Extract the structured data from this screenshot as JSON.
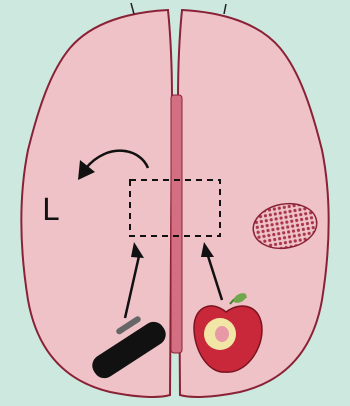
{
  "diagram": {
    "side_label": "L",
    "colors": {
      "background": "#cde8df",
      "hemisphere_fill": "#efc2c8",
      "hemisphere_outline": "#8a2236",
      "midline_fill": "#d36f80",
      "texture_dots": "#a8364c",
      "arrow": "#111111",
      "object_black": "#111111",
      "apple_red": "#c8283a",
      "apple_flesh": "#f2e6a6",
      "apple_core": "#e79aa6",
      "leaf": "#6fa84a"
    },
    "icons": [
      "brain-hemisphere",
      "dashed-box",
      "curved-arrow",
      "marker-icon",
      "apple-icon",
      "textured-blob"
    ]
  }
}
